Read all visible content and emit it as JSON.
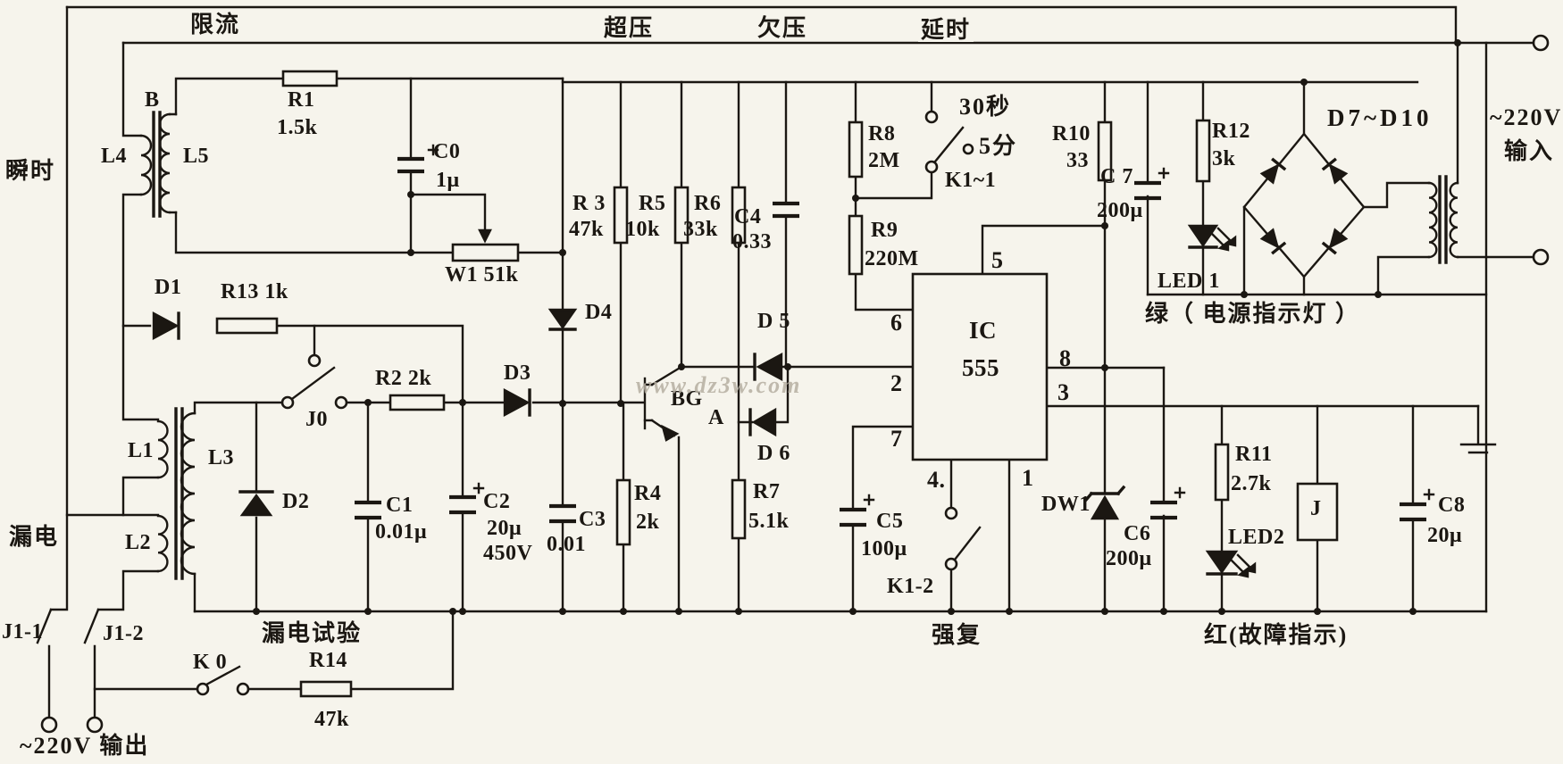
{
  "labels": {
    "xianliu": "限流",
    "chaoya": "超压",
    "qianya": "欠压",
    "yanshi": "延时",
    "shunshi": "瞬时",
    "loudian": "漏电",
    "loudian_test": "漏电试验",
    "qiangfu": "强复",
    "red_note": "红(故障指示)",
    "green_note": "绿（ 电源指示灯 ）",
    "out_label": "~220V 输出",
    "in_v": "~220V",
    "in_label": "输入",
    "d7d10": "D7~D10",
    "sec30": "30秒",
    "min5": "5分",
    "k1_1": "K1~1",
    "k1_2": "K1-2",
    "k0": "K 0",
    "j0": "J0",
    "j1_1": "J1-1",
    "j1_2": "J1-2",
    "b": "B",
    "l1": "L1",
    "l2": "L2",
    "l3": "L3",
    "l4": "L4",
    "l5": "L5",
    "r1": "R1",
    "r1v": "1.5k",
    "r2": "R2  2k",
    "r3": "R 3",
    "r3v": "47k",
    "r4": "R4",
    "r4v": "2k",
    "r5": "R5",
    "r5v": "10k",
    "r6": "R6",
    "r6v": "33k",
    "r7": "R7",
    "r7v": "5.1k",
    "r8": "R8",
    "r8v": "2M",
    "r9": "R9",
    "r9v": "220M",
    "r10": "R10",
    "r10v": "33",
    "r11": "R11",
    "r11v": "2.7k",
    "r12": "R12",
    "r12v": "3k",
    "r13": "R13  1k",
    "r14": "R14",
    "r14v": "47k",
    "w1": "W1  51k",
    "c0": "C0",
    "c0v": "1μ",
    "c1": "C1",
    "c1v": "0.01μ",
    "c2": "C2",
    "c2v": "20μ",
    "c2v2": "450V",
    "c3": "C3",
    "c3v": "0.01",
    "c4": "C4",
    "c4v": "0.33",
    "c5": "C5",
    "c5v": "100μ",
    "c6": "C6",
    "c6v": "200μ",
    "c7": "C 7",
    "c7v": "200μ",
    "c8": "C8",
    "c8v": "20μ",
    "d1": "D1",
    "d2": "D2",
    "d3": "D3",
    "d4": "D4",
    "d5": "D 5",
    "d6": "D 6",
    "dw1": "DW1",
    "led1": "LED 1",
    "led2": "LED2",
    "bg": "BG",
    "a_node": "A",
    "j_relay": "J",
    "ic1": "IC",
    "ic2": "555",
    "p1": "1",
    "p2": "2",
    "p3": "3",
    "p4": "4.",
    "p5": "5",
    "p6": "6",
    "p7": "7",
    "p8": "8",
    "watermark": "www.dz3w.com"
  }
}
